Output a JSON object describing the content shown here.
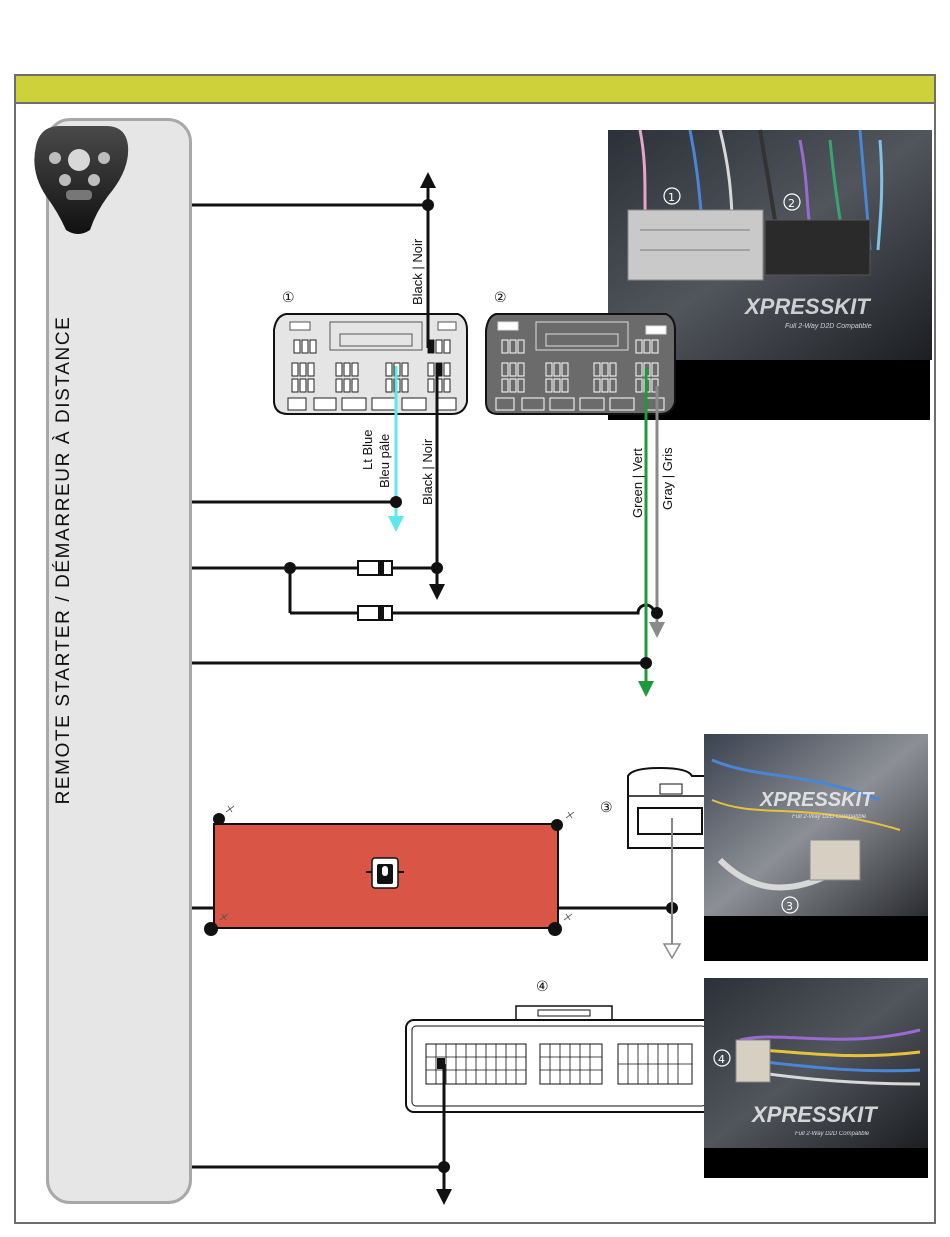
{
  "side_panel": {
    "title": "REMOTE STARTER / DÉMARREUR À DISTANCE"
  },
  "connectors": {
    "c1": "①",
    "c2": "②",
    "c3": "③",
    "c4": "④"
  },
  "wires": {
    "black_noir": "Black | Noir",
    "lt_blue": "Lt Blue",
    "bleu_pale": "Bleu pâle",
    "green_vert": "Green | Vert",
    "gray_gris": "Gray | Gris"
  },
  "photo_brand": {
    "name": "XPRESSKIT",
    "tagline": "Full 2-Way D2D Compatible"
  },
  "colors": {
    "header": "#cdd23a",
    "relay_module": "#d95646",
    "lt_blue_wire": "#5ee8ea",
    "green_wire": "#1e9a3c",
    "gray_wire": "#8a8a8a"
  }
}
